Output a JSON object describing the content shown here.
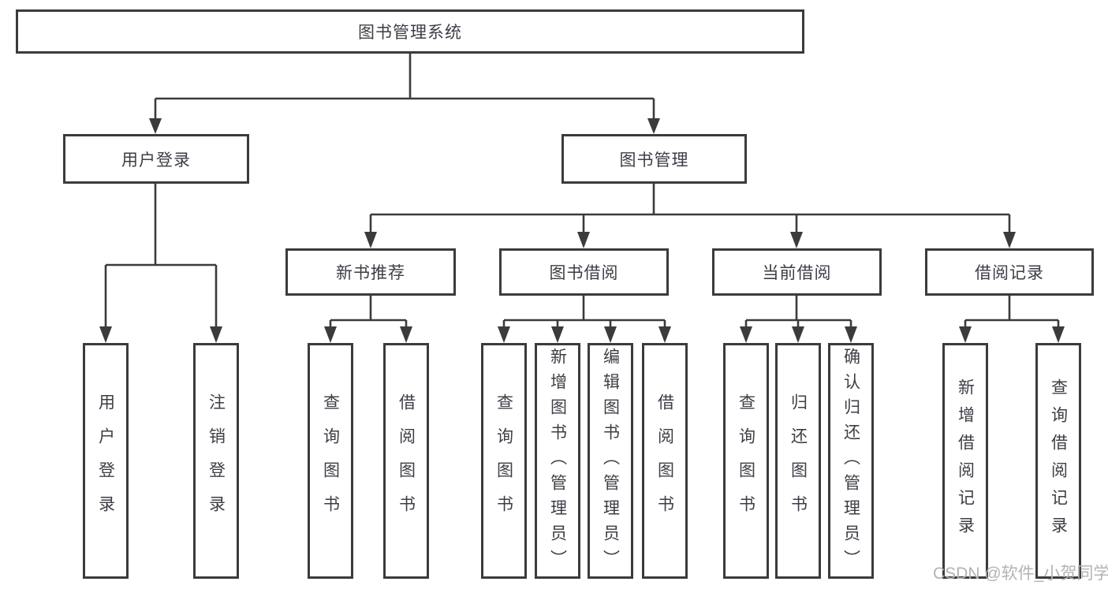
{
  "diagram": {
    "root_label": "图书管理系统",
    "user_login": {
      "label": "用户登录",
      "children": [
        "用户登录",
        "注销登录"
      ]
    },
    "book_mgmt": {
      "label": "图书管理",
      "sections": [
        {
          "label": "新书推荐",
          "children": [
            "查询图书",
            "借阅图书"
          ]
        },
        {
          "label": "图书借阅",
          "children": [
            "查询图书",
            "新增图书（管理员）",
            "编辑图书（管理员）",
            "借阅图书"
          ]
        },
        {
          "label": "当前借阅",
          "children": [
            "查询图书",
            "归还图书",
            "确认归还（管理员）"
          ]
        },
        {
          "label": "借阅记录",
          "children": [
            "新增借阅记录",
            "查询借阅记录"
          ]
        }
      ]
    }
  },
  "watermark": "CSDN @软件_小贺同学",
  "colors": {
    "line": "#3b3b3b",
    "text": "#3d3d46",
    "background": "#ffffff",
    "watermark": "#b3b3b3"
  }
}
